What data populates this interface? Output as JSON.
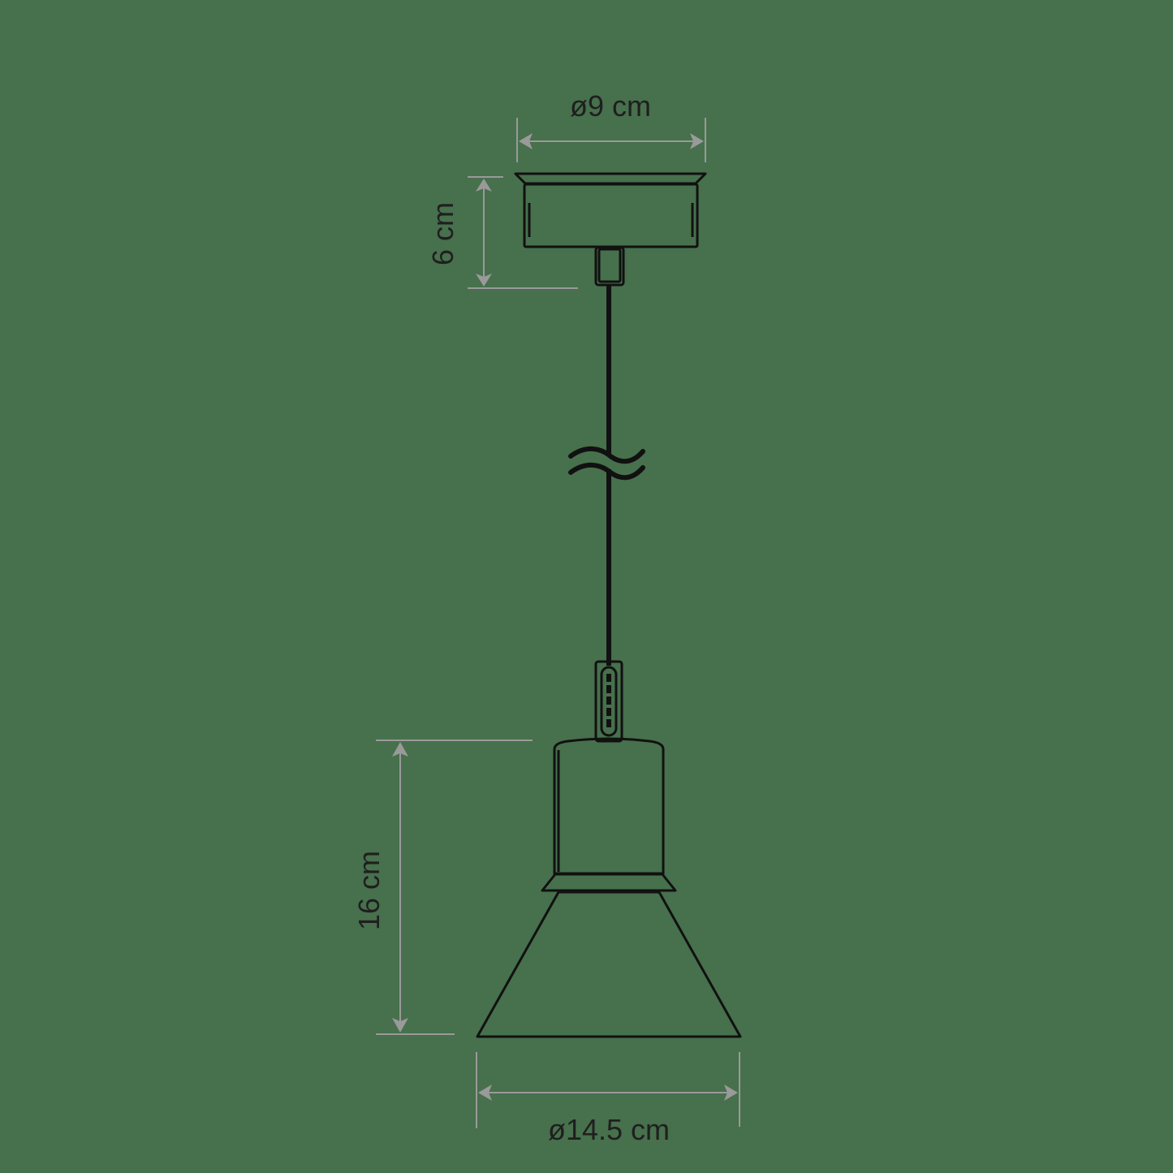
{
  "drawing": {
    "subject": "pendant-lamp",
    "background_color": "#47704c",
    "line_color": "#111111",
    "dimension_color": "#9a9a9a",
    "text_color": "#1f1f1f"
  },
  "dimensions": {
    "canopy_diameter": {
      "label": "ø9 cm"
    },
    "canopy_height": {
      "label": "6 cm"
    },
    "shade_height": {
      "label": "16 cm"
    },
    "shade_diameter": {
      "label": "ø14.5 cm"
    }
  },
  "parts": [
    {
      "name": "ceiling-canopy"
    },
    {
      "name": "cord-grip"
    },
    {
      "name": "cord"
    },
    {
      "name": "cord-break-symbol"
    },
    {
      "name": "cord-adjuster"
    },
    {
      "name": "lamp-holder-cylinder"
    },
    {
      "name": "shade-collar"
    },
    {
      "name": "conical-shade"
    }
  ]
}
